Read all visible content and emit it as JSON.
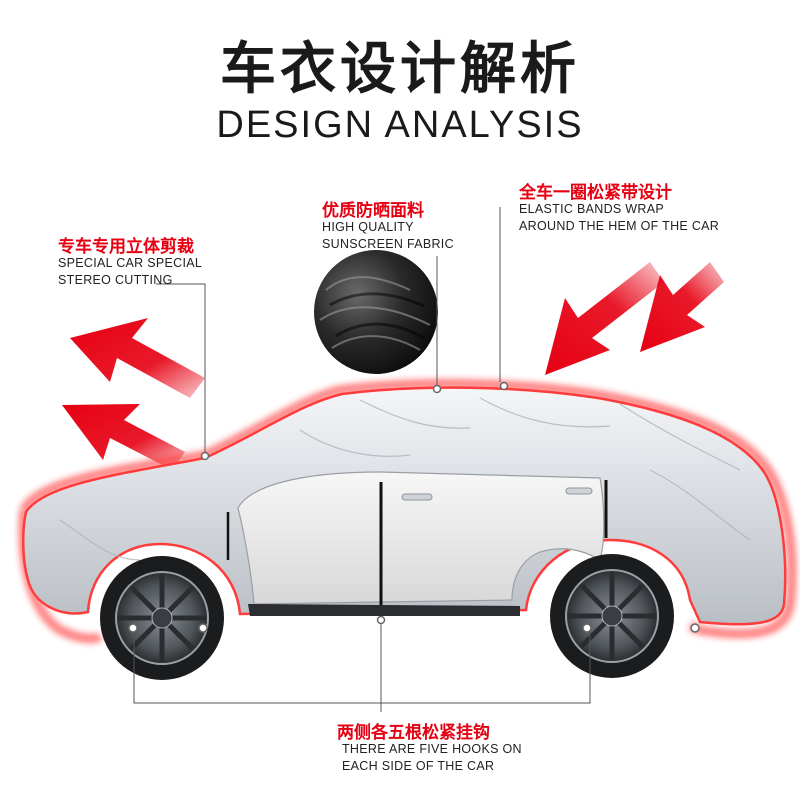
{
  "header": {
    "title_cn": "车衣设计解析",
    "title_en": "DESIGN ANALYSIS"
  },
  "features": {
    "stereo_cutting": {
      "title": "专车专用立体剪裁",
      "line1": "SPECIAL CAR SPECIAL",
      "line2": "STEREO CUTTING"
    },
    "fabric": {
      "title": "优质防晒面料",
      "line1": "HIGH QUALITY",
      "line2": "SUNSCREEN FABRIC"
    },
    "elastic": {
      "title": "全车一圈松紧带设计",
      "line1": "ELASTIC BANDS WRAP",
      "line2": "AROUND THE HEM OF THE CAR"
    },
    "hooks": {
      "title": "两侧各五根松紧挂钩",
      "line1": "THERE ARE FIVE HOOKS ON",
      "line2": "EACH SIDE OF THE CAR"
    }
  },
  "colors": {
    "accent_red": "#e60012",
    "cover_silver": "#dfe3e8",
    "text_dark": "#222222"
  }
}
